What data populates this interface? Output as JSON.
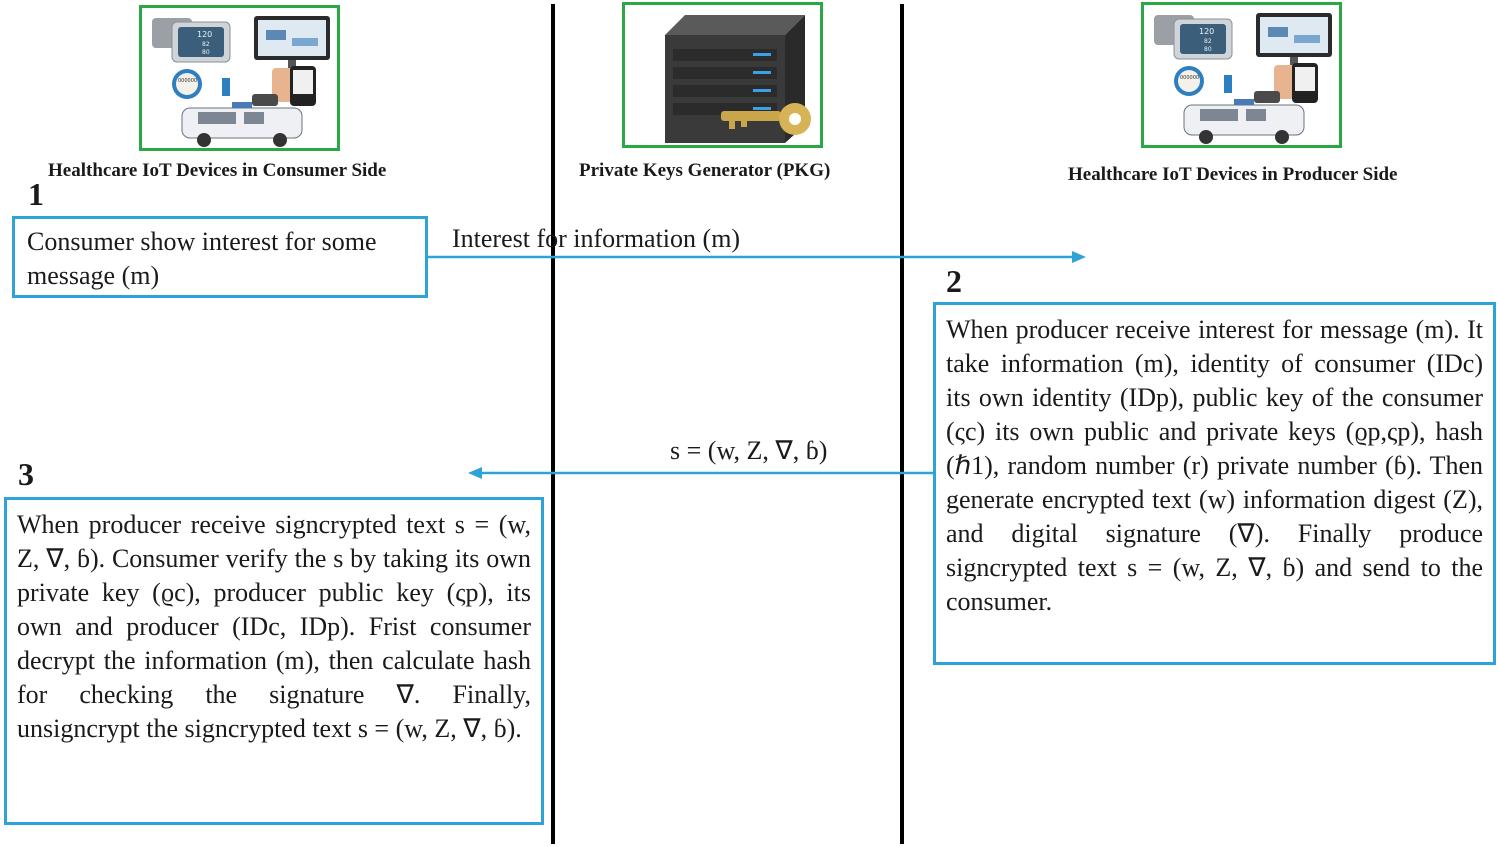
{
  "lanes": {
    "consumer_title": "Healthcare IoT Devices in Consumer Side",
    "pkg_title": "Private Keys Generator (PKG)",
    "producer_title": "Healthcare IoT Devices in Producer Side"
  },
  "device_panel": {
    "monitor_readout": [
      "120",
      "82",
      "80"
    ],
    "meter_readout": "000000"
  },
  "steps": {
    "step1_number": "1",
    "step1_text": "Consumer show interest for some message (m)",
    "step2_number": "2",
    "step2_text": "When producer receive interest for message (m). It take information (m), identity of consumer (IDc) its own identity (IDp), public key of the consumer (ςc) its own public and private keys (ϱp,ςp), hash (ℏ1), random number (r) private number (ɓ). Then generate encrypted text (w) information digest (Z), and digital signature (∇). Finally produce signcrypted text s = (w, Z, ∇, ɓ) and send to the consumer.",
    "step3_number": "3",
    "step3_text": "When producer receive signcrypted text s = (w, Z, ∇, ɓ). Consumer verify the s by taking its own private key (ϱc), producer public key (ςp), its own and producer (IDc, IDp). Frist consumer decrypt the information (m), then calculate hash for checking the signature ∇. Finally, unsigncrypt the signcrypted text s = (w, Z, ∇, ɓ)."
  },
  "arrows": {
    "interest_label": "Interest for information (m)",
    "signcrypt_label": "s = (w, Z, ∇, ɓ)"
  },
  "colors": {
    "frame_green": "#2aa845",
    "box_blue": "#2ea3d8",
    "arrow_blue": "#2ea3d8",
    "divider": "#000000"
  }
}
